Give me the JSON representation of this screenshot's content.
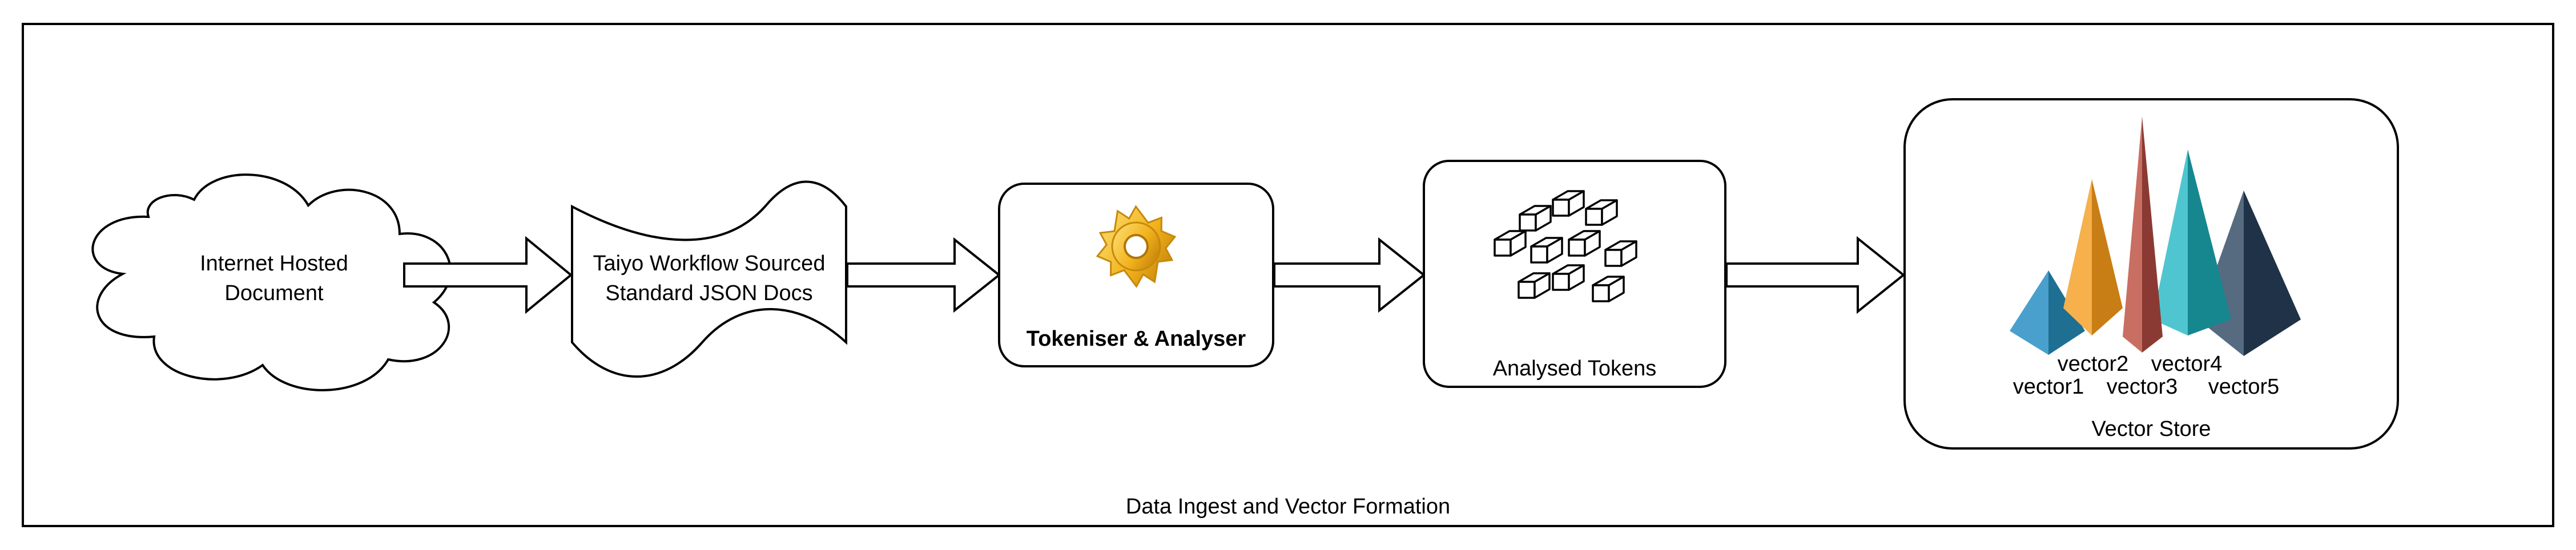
{
  "diagram": {
    "caption": "Data Ingest and Vector Formation",
    "nodes": {
      "cloud": {
        "line1": "Internet Hosted",
        "line2": "Document"
      },
      "docs": {
        "line1": "Taiyo Workflow Sourced",
        "line2": "Standard JSON Docs"
      },
      "tokeniser": {
        "label": "Tokeniser & Analyser",
        "icon": "gear-icon"
      },
      "tokens": {
        "label": "Analysed Tokens",
        "icon": "cubes-icon"
      },
      "vector_store": {
        "label": "Vector Store",
        "icon": "pyramids-icon",
        "vectors": [
          {
            "label": "vector1",
            "color": "#2e86ab"
          },
          {
            "label": "vector2",
            "color": "#f0a030"
          },
          {
            "label": "vector3",
            "color": "#b5524a"
          },
          {
            "label": "vector4",
            "color": "#2fb3bd"
          },
          {
            "label": "vector5",
            "color": "#2b3f57"
          }
        ]
      }
    }
  }
}
